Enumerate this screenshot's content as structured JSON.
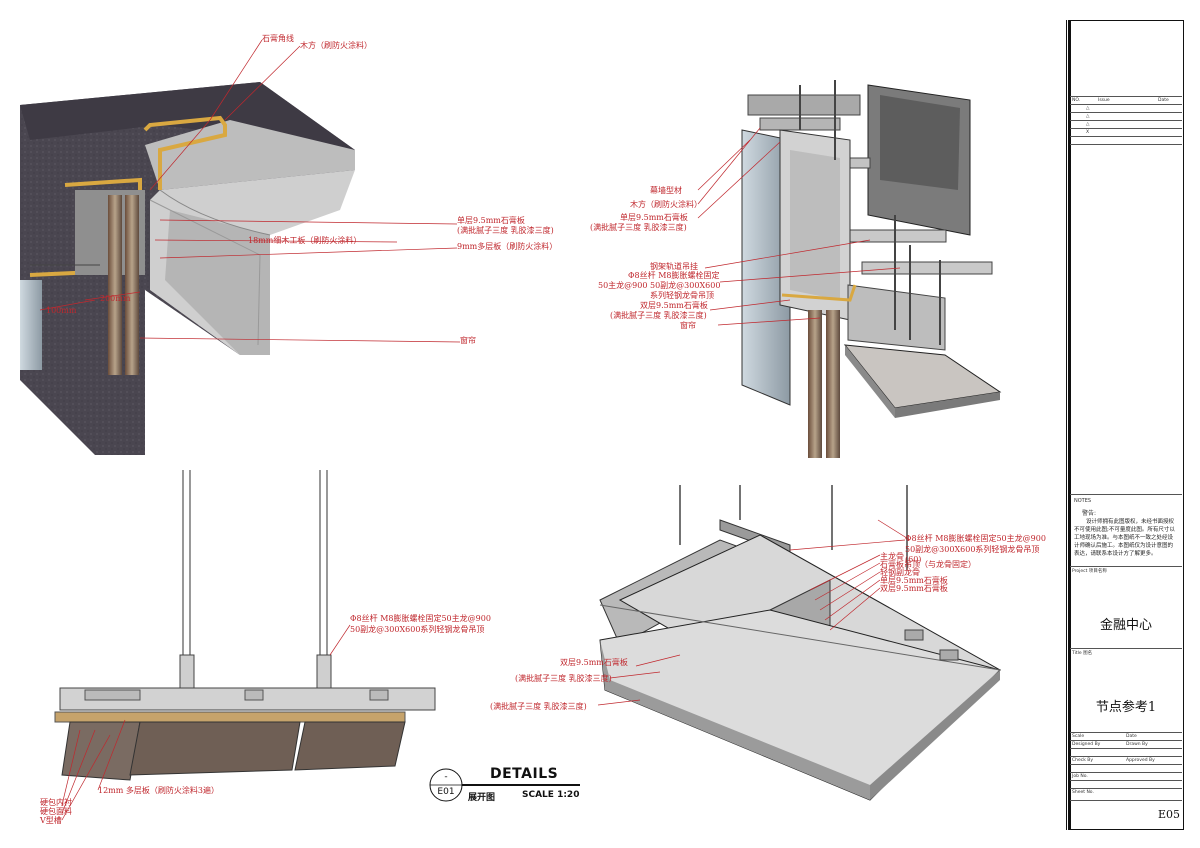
{
  "callouts_top_left": [
    "石膏角线",
    "木方（刷防火涂料）",
    "单层9.5mm石膏板",
    "(满批腻子三度 乳胶漆三度)",
    "18mm细木工板（刷防火涂料）",
    "9mm多层板（刷防火涂料）",
    "窗帘"
  ],
  "dims_top_left": [
    "200mm",
    "100mm"
  ],
  "callouts_top_right": [
    "幕墙型材",
    "木方（刷防火涂料）",
    "单层9.5mm石膏板",
    "(满批腻子三度 乳胶漆三度)",
    "钢架轨道吊挂",
    "Φ8丝杆 M8膨胀螺栓固定",
    "50主龙@900",
    "50副龙@300X600",
    "系列轻钢龙骨吊顶",
    "双层9.5mm石膏板",
    "(满批腻子三度 乳胶漆三度)",
    "窗帘"
  ],
  "callouts_bottom_left": [
    "Φ8丝杆 M8膨胀螺栓固定50主龙@900",
    "50副龙@300X600系列轻钢龙骨吊顶",
    "12mm 多层板（刷防火涂料3遍）",
    "硬包内衬",
    "硬包面料",
    "V型槽"
  ],
  "callouts_bottom_right": [
    "Φ8丝杆 M8膨胀螺栓固定50主龙@900",
    "50副龙@300X600系列轻钢龙骨吊顶",
    "(60)",
    "主龙骨",
    "石膏板吊顶（与龙骨固定）",
    "轻钢副龙骨",
    "单层9.5mm石膏板",
    "双层9.5mm石膏板",
    "双层9.5mm石膏板",
    "(满批腻子三度 乳胶漆三度)",
    "(满批腻子三度 乳胶漆三度)"
  ],
  "detail_tag": {
    "top": "-",
    "bottom": "E01",
    "title": "DETAILS",
    "subtitle": "展开图",
    "scale": "SCALE 1:20"
  },
  "title_block": {
    "rev_header": [
      "NO.",
      "Issue",
      "Date"
    ],
    "rev_rows": [
      "△",
      "△",
      "△",
      "X"
    ],
    "notes_title": "NOTES",
    "notes_label": "警告:",
    "notes_text": "设计师拥有此图版权，未经书面授权不可使用此图;不可量度此图。所有尺寸以工地现场为准。与本图纸不一致之处经设计师确认后施工。本图纸仅为设计意图的表达，请联系本设计方了解更多。",
    "project_label": "Project 项目名称",
    "project_name": "金融中心",
    "drawing_label": "Title 图名",
    "drawing_name": "节点参考1",
    "info_rows": [
      "Scale",
      "Date",
      "Designed By",
      "Drawn By",
      "Check By",
      "Approved By",
      "Job No.",
      "Sheet No."
    ],
    "sheet_no": "E05"
  },
  "colors": {
    "annotation": "#c0282e",
    "border": "#111111"
  }
}
